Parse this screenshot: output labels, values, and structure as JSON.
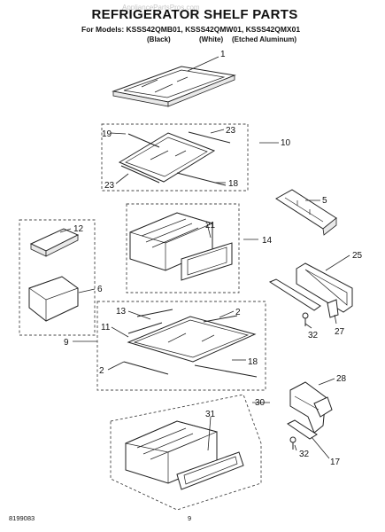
{
  "header": {
    "watermark": "AppliancePartsPros.com",
    "title": "REFRIGERATOR SHELF PARTS",
    "models_line": "For Models: KSSS42QMB01, KSSS42QMW01, KSSS42QMX01",
    "variant_black": "(Black)",
    "variant_white": "(White)",
    "variant_aluminum": "(Etched Aluminum)"
  },
  "callouts": {
    "c1": "1",
    "c19": "19",
    "c23a": "23",
    "c10": "10",
    "c23b": "23",
    "c18a": "18",
    "c5": "5",
    "c12": "12",
    "c21": "21",
    "c14": "14",
    "c25": "25",
    "c6": "6",
    "c13": "13",
    "c2a": "2",
    "c11": "11",
    "c9": "9",
    "c2b": "2",
    "c18b": "18",
    "c32a": "32",
    "c27": "27",
    "c28": "28",
    "c30": "30",
    "c31": "31",
    "c32b": "32",
    "c17": "17"
  },
  "footer": {
    "doc_number": "8199083",
    "page_number": "9"
  }
}
